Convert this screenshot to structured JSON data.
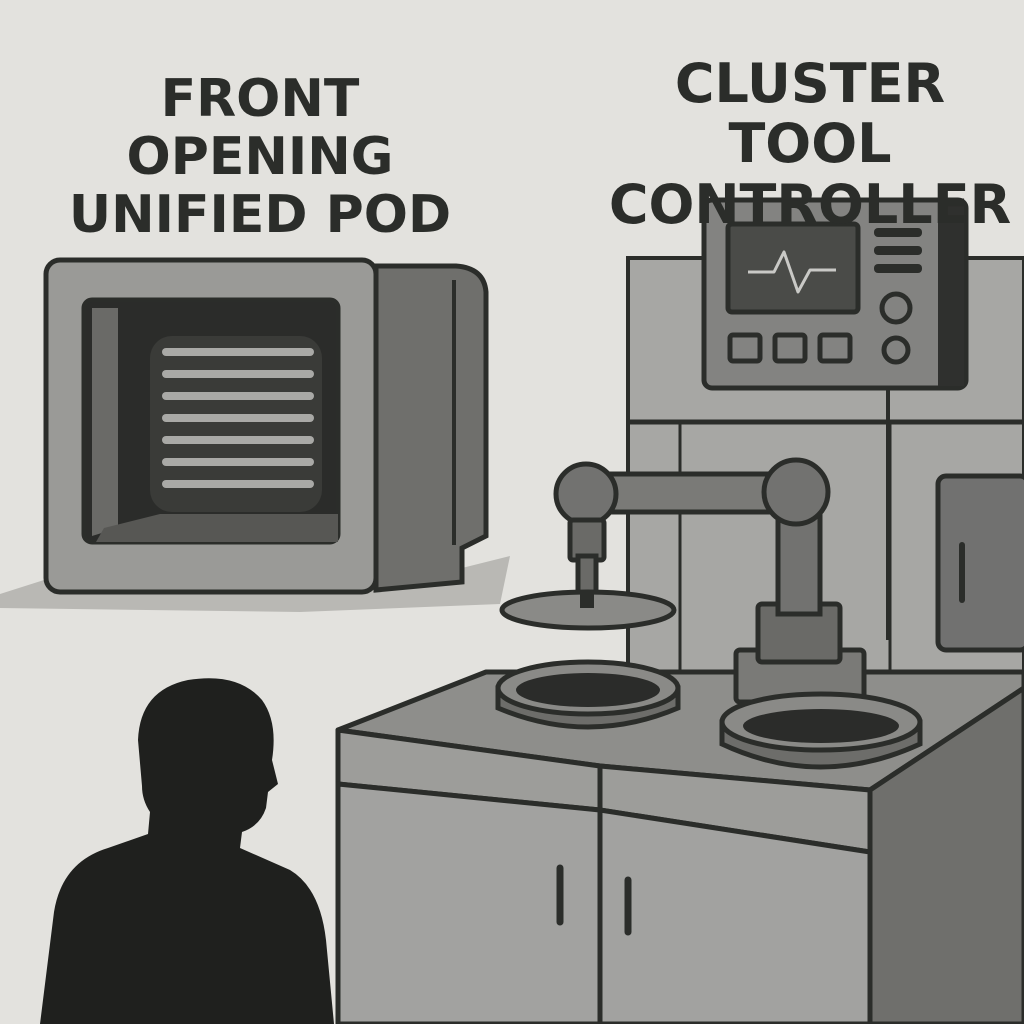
{
  "labels": {
    "foup": {
      "line1": "FRONT OPENING",
      "line2": "UNIFIED POD"
    },
    "controller": {
      "line1": "CLUSTER TOOL",
      "line2": "CONTROLLER"
    }
  },
  "colors": {
    "background": "#e3e2de",
    "outline": "#2b2d2a",
    "silhouette": "#1f201e",
    "metal_light": "#9a9a97",
    "metal_mid": "#7f7f7c",
    "metal_dark": "#5a5a57",
    "screen": "#494a47",
    "shadow": "#b9b8b4"
  },
  "icons": {
    "controller_display": "waveform-icon",
    "person": "person-silhouette-icon"
  }
}
